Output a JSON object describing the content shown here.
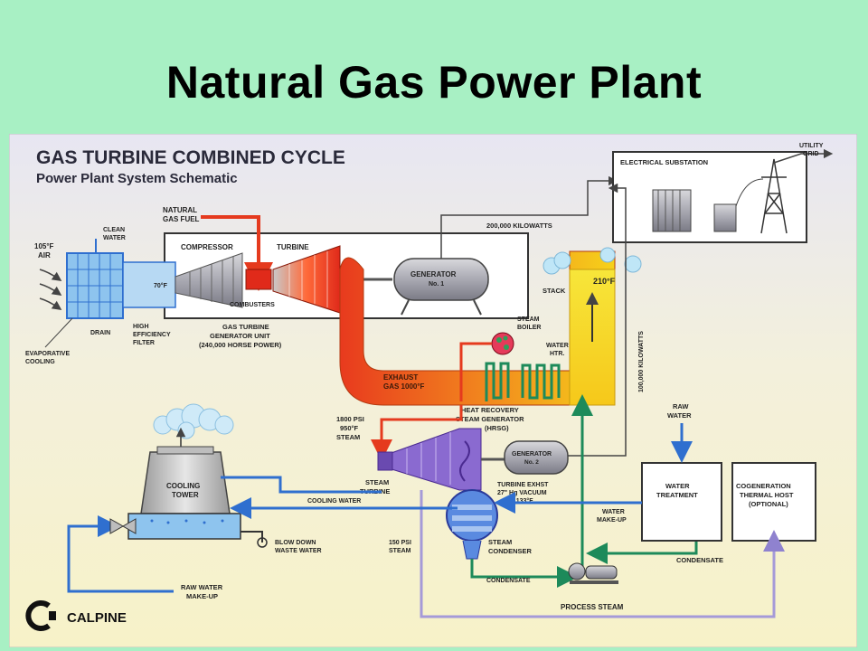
{
  "slide": {
    "title": "Natural Gas Power Plant"
  },
  "schematic": {
    "header": {
      "line1": "GAS TURBINE COMBINED CYCLE",
      "line2": "Power Plant System Schematic"
    },
    "labels": {
      "natural_gas_fuel_1": "NATURAL",
      "natural_gas_fuel_2": "GAS FUEL",
      "clean_water_1": "CLEAN",
      "clean_water_2": "WATER",
      "air_temp": "105°F",
      "air": "AIR",
      "compressor": "COMPRESSOR",
      "turbine": "TURBINE",
      "inlet_temp": "70°F",
      "combusters": "COMBUSTERS",
      "drain": "DRAIN",
      "filter_1": "HIGH",
      "filter_2": "EFFICIENCY",
      "filter_3": "FILTER",
      "evap_1": "EVAPORATIVE",
      "evap_2": "COOLING",
      "gt_unit_1": "GAS TURBINE",
      "gt_unit_2": "GENERATOR UNIT",
      "gt_unit_3": "(240,000 HORSE POWER)",
      "generator1_1": "GENERATOR",
      "generator1_2": "No. 1",
      "kw_200": "200,000 KILOWATTS",
      "substation": "ELECTRICAL SUBSTATION",
      "utility_grid_1": "UTILITY",
      "utility_grid_2": "GRID",
      "stack": "STACK",
      "stack_temp": "210°F",
      "steam_boiler_1": "STEAM",
      "steam_boiler_2": "BOILER",
      "water_htr_1": "WATER",
      "water_htr_2": "HTR.",
      "exhaust_1": "EXHAUST",
      "exhaust_2": "GAS 1000°F",
      "hrsg_1": "HEAT RECOVERY",
      "hrsg_2": "STEAM GENERATOR",
      "hrsg_3": "(HRSG)",
      "kw_100": "100,000 KILOWATTS",
      "steam_in_1": "1800 PSI",
      "steam_in_2": "950°F",
      "steam_in_3": "STEAM",
      "steam_turbine_1": "STEAM",
      "steam_turbine_2": "TURBINE",
      "generator2_1": "GENERATOR",
      "generator2_2": "No. 2",
      "turbine_exhst_1": "TURBINE EXHST",
      "turbine_exhst_2": "27\" Hg VACUUM",
      "turbine_exhst_3": "AT 133°F",
      "raw_water_1": "RAW",
      "raw_water_2": "WATER",
      "water_treatment_1": "WATER",
      "water_treatment_2": "TREATMENT",
      "cogen_1": "COGENERATION",
      "cogen_2": "THERMAL HOST",
      "cogen_3": "(OPTIONAL)",
      "water_makeup_1": "WATER",
      "water_makeup_2": "MAKE-UP",
      "cooling_tower_1": "COOLING",
      "cooling_tower_2": "TOWER",
      "cooling_water": "COOLING WATER",
      "blow_down_1": "BLOW DOWN",
      "blow_down_2": "WASTE WATER",
      "steam_150_1": "150 PSI",
      "steam_150_2": "STEAM",
      "condenser_1": "STEAM",
      "condenser_2": "CONDENSER",
      "condensate_1": "CONDENSATE",
      "condensate_2": "CONDENSATE",
      "raw_makeup_1": "RAW WATER",
      "raw_makeup_2": "MAKE-UP",
      "process_steam": "PROCESS STEAM",
      "logo": "CALPINE"
    },
    "colors": {
      "steam_red": "#e53a1e",
      "exhaust_orange": "#f29a1e",
      "stack_yellow": "#f2d21a",
      "cooling_blue": "#2f6fcf",
      "condensate_green": "#1d8a5a",
      "process_lavender": "#a59ad8",
      "turbine_purple": "#8a6ad0",
      "panel_bg": "#f6f3d7"
    }
  }
}
